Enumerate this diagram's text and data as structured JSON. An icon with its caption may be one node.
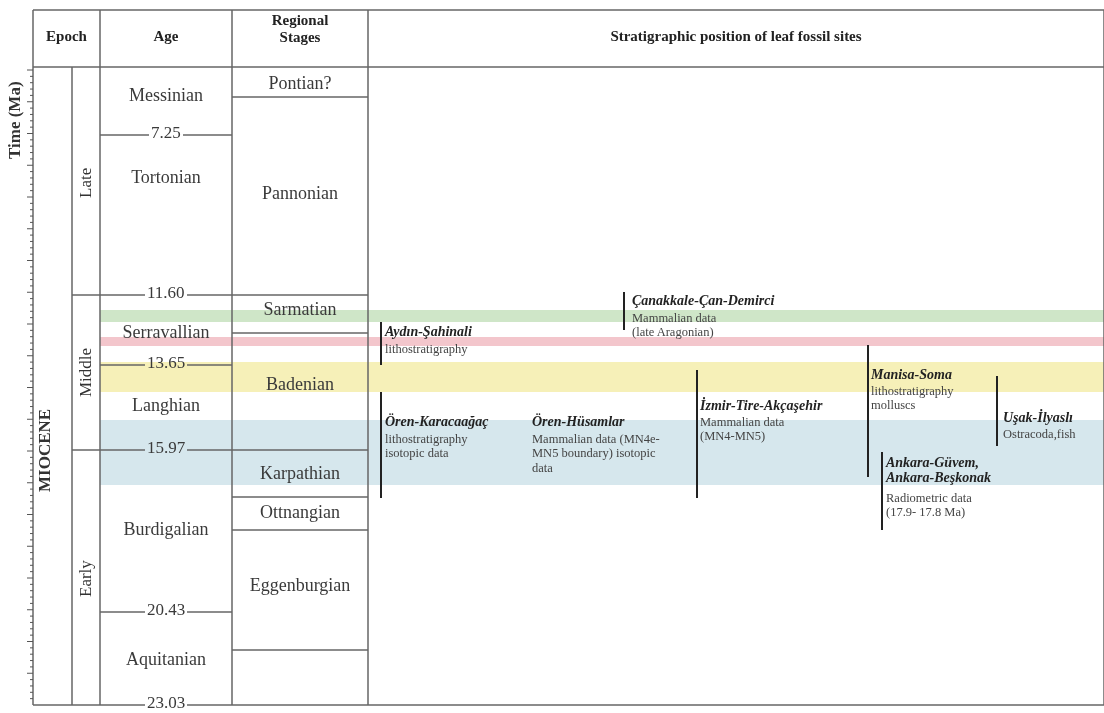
{
  "diagram": {
    "labels": [
      "Time (Ma)",
      "Epoch",
      "Age",
      "Regional Stages",
      "Stratigraphic position of leaf fossil sites",
      "MIOCENE",
      "Late",
      "Middle",
      "Early",
      "Messinian",
      "7.25",
      "Tortonian",
      "11.60",
      "Serravallian",
      "13.65",
      "Langhian",
      "15.97",
      "Burdigalian",
      "20.43",
      "Aquitanian",
      "23.03",
      "Pontian?",
      "Pannonian",
      "Sarmatian",
      "Badenian",
      "Karpathian",
      "Ottnangian",
      "Eggenburgian",
      "Çanakkale-Çan-Demirci",
      "Mammalian data (late Aragonian)",
      "Aydın-Şahinali",
      "lithostratigraphy",
      "Manisa-Soma",
      "lithostratigraphy molluscs",
      "Uşak-İlyaslı",
      "Ostracoda,fish",
      "Ören-Karacaağaç",
      "lithostratigraphy isotopic data",
      "Ören-Hüsamlar",
      "Mammalian data (MN4e-MN5 boundary) isotopic data",
      "İzmir-Tire-Akçaşehir",
      "Mammalian data (MN4-MN5)",
      "Ankara-Güvem, Ankara-Beşkonak",
      "Radiometric data (17.9- 17.8 Ma)"
    ]
  }
}
